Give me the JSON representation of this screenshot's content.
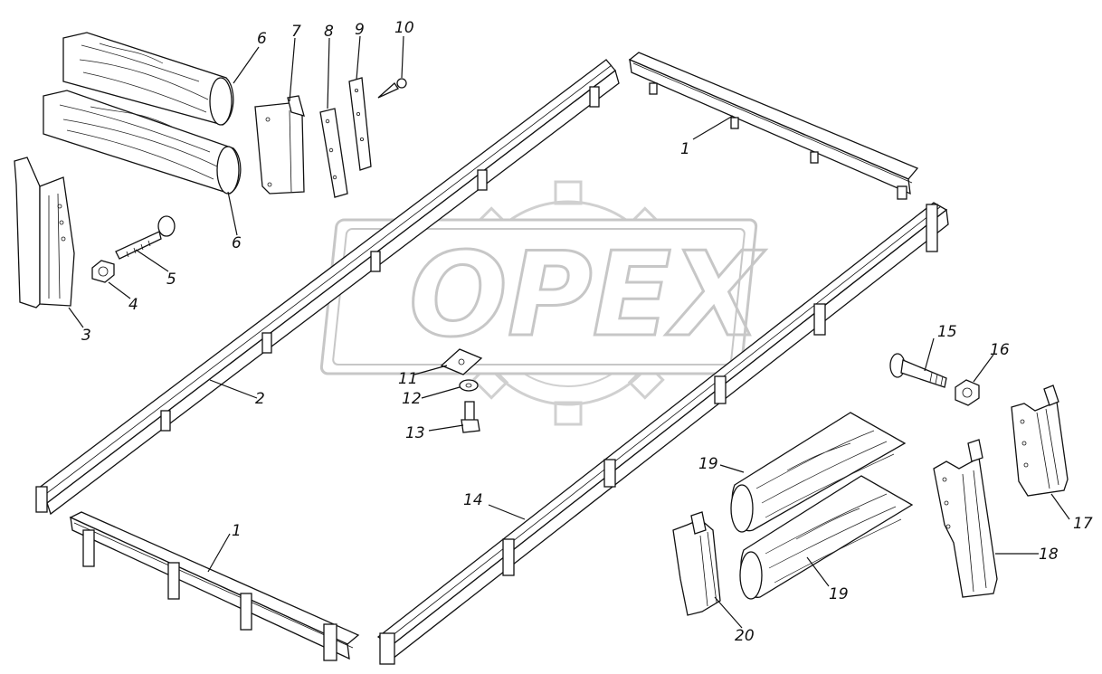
{
  "watermark": {
    "text": "OPEX"
  },
  "callouts": {
    "c1a": "1",
    "c1b": "1",
    "c2": "2",
    "c3": "3",
    "c4": "4",
    "c5": "5",
    "c6a": "6",
    "c6b": "6",
    "c7": "7",
    "c8": "8",
    "c9": "9",
    "c10": "10",
    "c11": "11",
    "c12": "12",
    "c13": "13",
    "c14": "14",
    "c15": "15",
    "c16": "16",
    "c17": "17",
    "c18": "18",
    "c19a": "19",
    "c19b": "19",
    "c20": "20"
  }
}
